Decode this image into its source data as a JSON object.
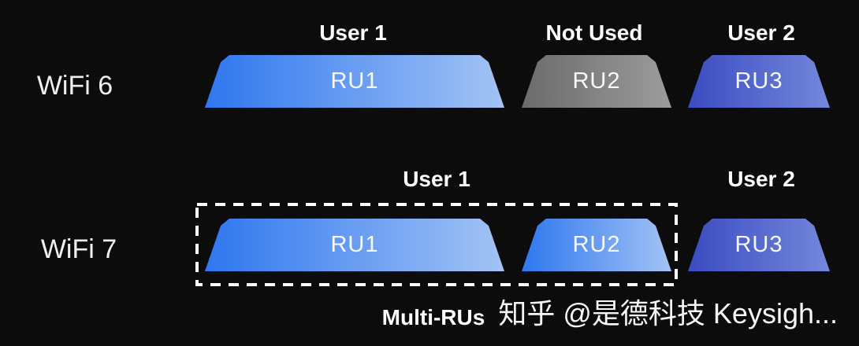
{
  "diagram": {
    "rows": [
      {
        "label": "WiFi 6",
        "units": [
          {
            "caption": "User 1",
            "label": "RU1",
            "fill_start": "#2e77ef",
            "fill_end": "#a3c3f5"
          },
          {
            "caption": "Not Used",
            "label": "RU2",
            "fill_start": "#6b6b6b",
            "fill_end": "#9c9c9c"
          },
          {
            "caption": "User 2",
            "label": "RU3",
            "fill_start": "#3b4bc1",
            "fill_end": "#7388dc"
          }
        ]
      },
      {
        "label": "WiFi 7",
        "captions": [
          {
            "text": "User 1"
          },
          {
            "text": "User 2"
          }
        ],
        "units": [
          {
            "label": "RU1",
            "fill_start": "#2e77ef",
            "fill_end": "#a3c3f5"
          },
          {
            "label": "RU2",
            "fill_start": "#2e77ef",
            "fill_end": "#a3c3f5"
          },
          {
            "label": "RU3",
            "fill_start": "#3b4bc1",
            "fill_end": "#7388dc"
          }
        ],
        "group": {
          "label": "Multi-RUs",
          "contains": [
            "RU1",
            "RU2"
          ],
          "border_color": "#ffffff"
        }
      }
    ],
    "colors": {
      "background": "#0c0c0c",
      "text": "#ffffff"
    }
  },
  "watermark": {
    "text": "知乎 @是德科技 Keysigh..."
  }
}
